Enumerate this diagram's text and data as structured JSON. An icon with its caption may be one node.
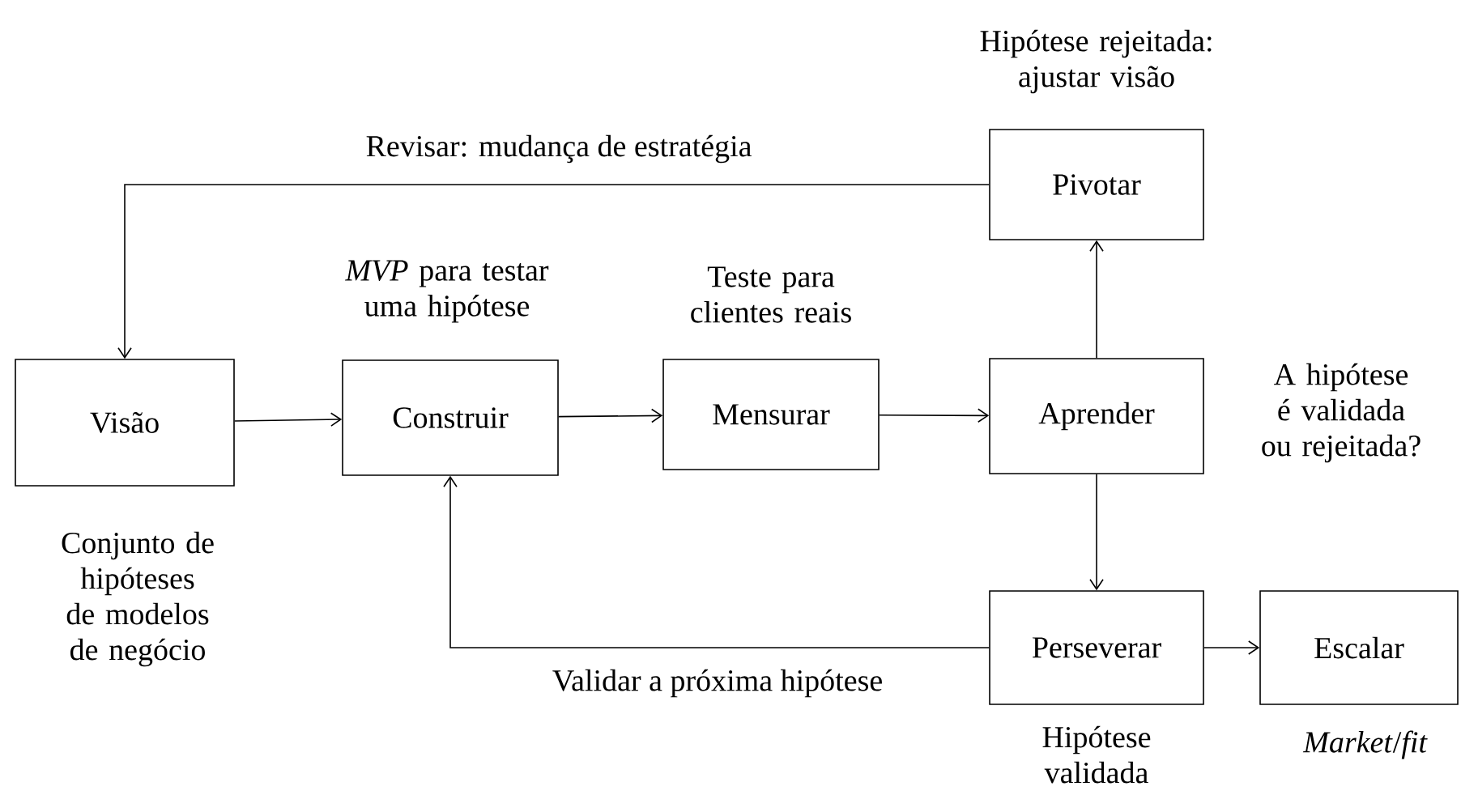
{
  "diagram": {
    "nodes": [
      {
        "text": [
          "Visão"
        ],
        "beside": [
          "Conjunto de hipóteses de modelos de negócio"
        ]
      },
      {
        "text": [
          "Construir"
        ],
        "beside": [
          "*MVP* para testar uma hipótese"
        ]
      },
      {
        "text": [
          "Mensurar"
        ],
        "beside": [
          "Teste para clientes reais"
        ]
      },
      {
        "text": [
          "Aprender"
        ],
        "beside": [
          "A hipótese é validada ou rejeitada?"
        ]
      },
      {
        "text": [
          "Pivotar"
        ],
        "beside": [
          "Hipótese rejeitada: ajustar visão"
        ]
      },
      {
        "text": [
          "Perseverar"
        ],
        "beside": [
          "Hipótese validada"
        ]
      },
      {
        "text": [
          "Escalar"
        ],
        "beside": [
          "*Market*/*fit*"
        ]
      }
    ],
    "edges": [
      {
        "from": 0,
        "to": 1,
        "arrow": "to"
      },
      {
        "from": 1,
        "to": 2,
        "arrow": "to"
      },
      {
        "from": 2,
        "to": 3,
        "arrow": "to"
      },
      {
        "from": 3,
        "to": 4,
        "arrow": "to"
      },
      {
        "from": 3,
        "to": 5,
        "arrow": "to"
      },
      {
        "from": 5,
        "to": 6,
        "arrow": "to"
      },
      {
        "from": 4,
        "to": 0,
        "arrow": "to",
        "label": "Revisar: mudança de estratégia"
      },
      {
        "from": 5,
        "to": 1,
        "arrow": "to",
        "label": "Validar a próxima hipótese"
      }
    ]
  }
}
